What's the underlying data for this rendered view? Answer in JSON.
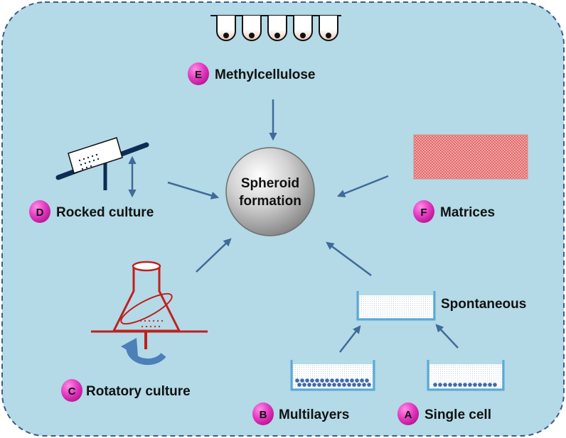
{
  "center": {
    "line1": "Spheroid",
    "line2": "formation"
  },
  "methods": {
    "E": {
      "letter": "E",
      "label": "Methylcellulose"
    },
    "D": {
      "letter": "D",
      "label": "Rocked culture"
    },
    "F": {
      "letter": "F",
      "label": "Matrices"
    },
    "C": {
      "letter": "C",
      "label": "Rotatory culture"
    },
    "B": {
      "letter": "B",
      "label": "Multilayers"
    },
    "A": {
      "letter": "A",
      "label": "Single cell"
    }
  },
  "spontaneous": {
    "label": "Spontaneous"
  },
  "colors": {
    "background": "#b3dae6",
    "border": "#3c5a8c",
    "arrow": "#3f6a9a",
    "badge": "#e020b0",
    "flask": "#c0201e",
    "dish": "#5aa8d8",
    "matrix": "#e06060"
  }
}
